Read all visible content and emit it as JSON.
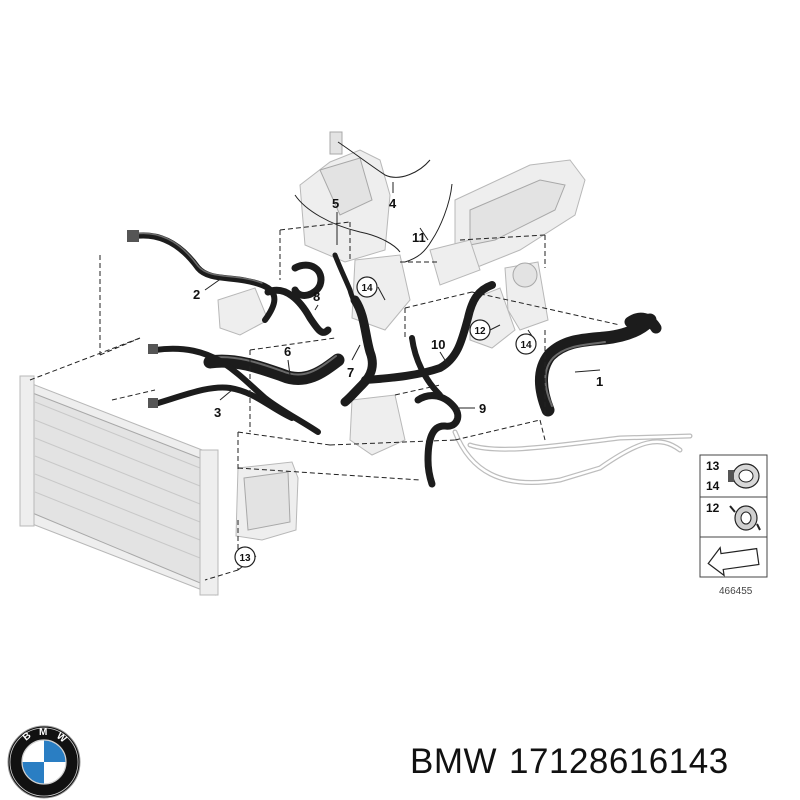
{
  "diagram": {
    "callouts": [
      "1",
      "2",
      "3",
      "4",
      "5",
      "6",
      "7",
      "8",
      "9",
      "10",
      "11"
    ],
    "circled_callouts": [
      "14",
      "12",
      "14",
      "13"
    ],
    "legend": {
      "row1": [
        "13",
        "14"
      ],
      "row2": [
        "12"
      ],
      "reference": "466455"
    }
  },
  "footer": {
    "brand": "BMW",
    "part_number": "17128616143",
    "logo_letters": [
      "B",
      "M",
      "W"
    ],
    "logo_colors": {
      "ring": "#111111",
      "blue": "#2a7ec3",
      "white": "#ffffff"
    }
  }
}
